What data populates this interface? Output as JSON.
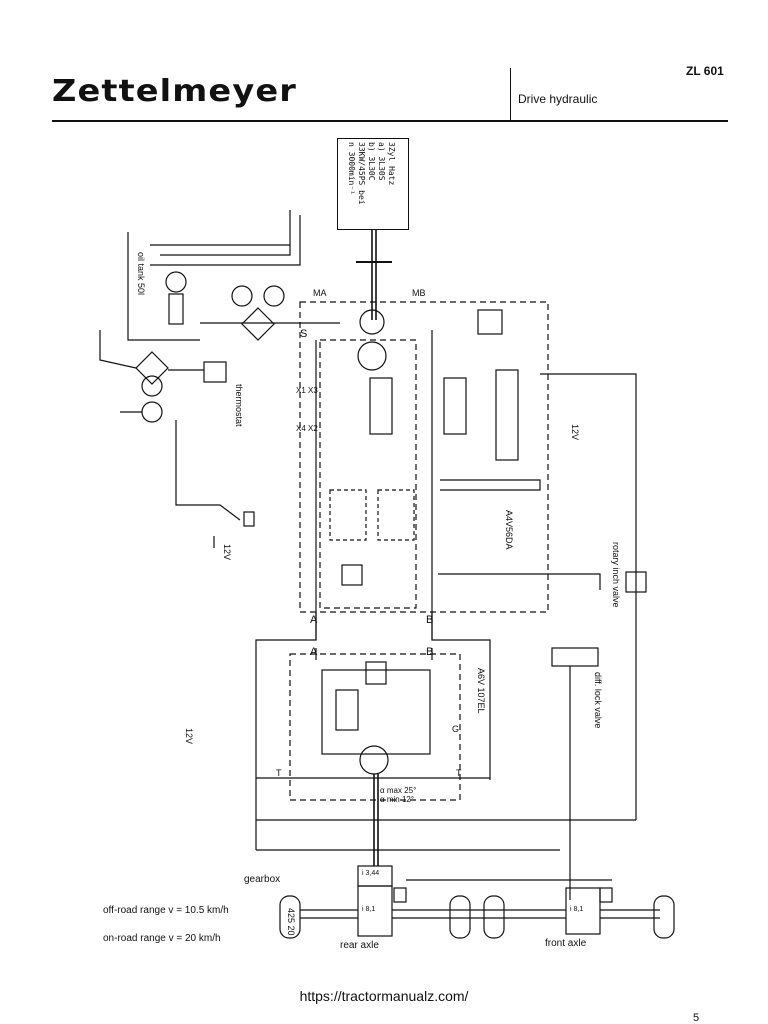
{
  "header": {
    "brand": "Zettelmeyer",
    "model": "ZL 601",
    "subtitle": "Drive hydraulic"
  },
  "engine": {
    "text": "3Zyl Hatz\na) 3L30S\nb) 3L30C\n33KW/45PS bei\nn 3000min⁻¹"
  },
  "labels": {
    "oil_tank": "oil tank  50l",
    "thermostat": "thermostat",
    "rotary_inch_valve": "rotary inch valve",
    "diff_lock_valve": "diff. lock valve",
    "gearbox": "gearbox",
    "rear_axle": "rear axle",
    "front_axle": "front axle",
    "pump_code": "A4V56DA",
    "motor_code": "A6V 107EL",
    "angle": "α max 25°\nα min 12°",
    "v12_a": "12V",
    "v12_b": "12V",
    "v12_c": "12V",
    "port_S": "S",
    "port_A1": "A",
    "port_B1": "B",
    "port_A2": "A",
    "port_B2": "B",
    "port_MA": "MA",
    "port_MB": "MB",
    "port_T1": "T",
    "port_T2": "T",
    "port_G": "G",
    "port_X1X3": "X1 X3",
    "port_X4X2": "X4 X2",
    "gear_ratio_1": "i 3,44",
    "gear_ratio_2": "i 8,1",
    "gear_ratio_3": "i 8,1",
    "tire": "425 20"
  },
  "speeds": {
    "off_road": "off-road range v = 10.5 km/h",
    "on_road": "on-road range v = 20 km/h"
  },
  "footer": {
    "url": "https://tractormanualz.com/",
    "page": "5"
  }
}
